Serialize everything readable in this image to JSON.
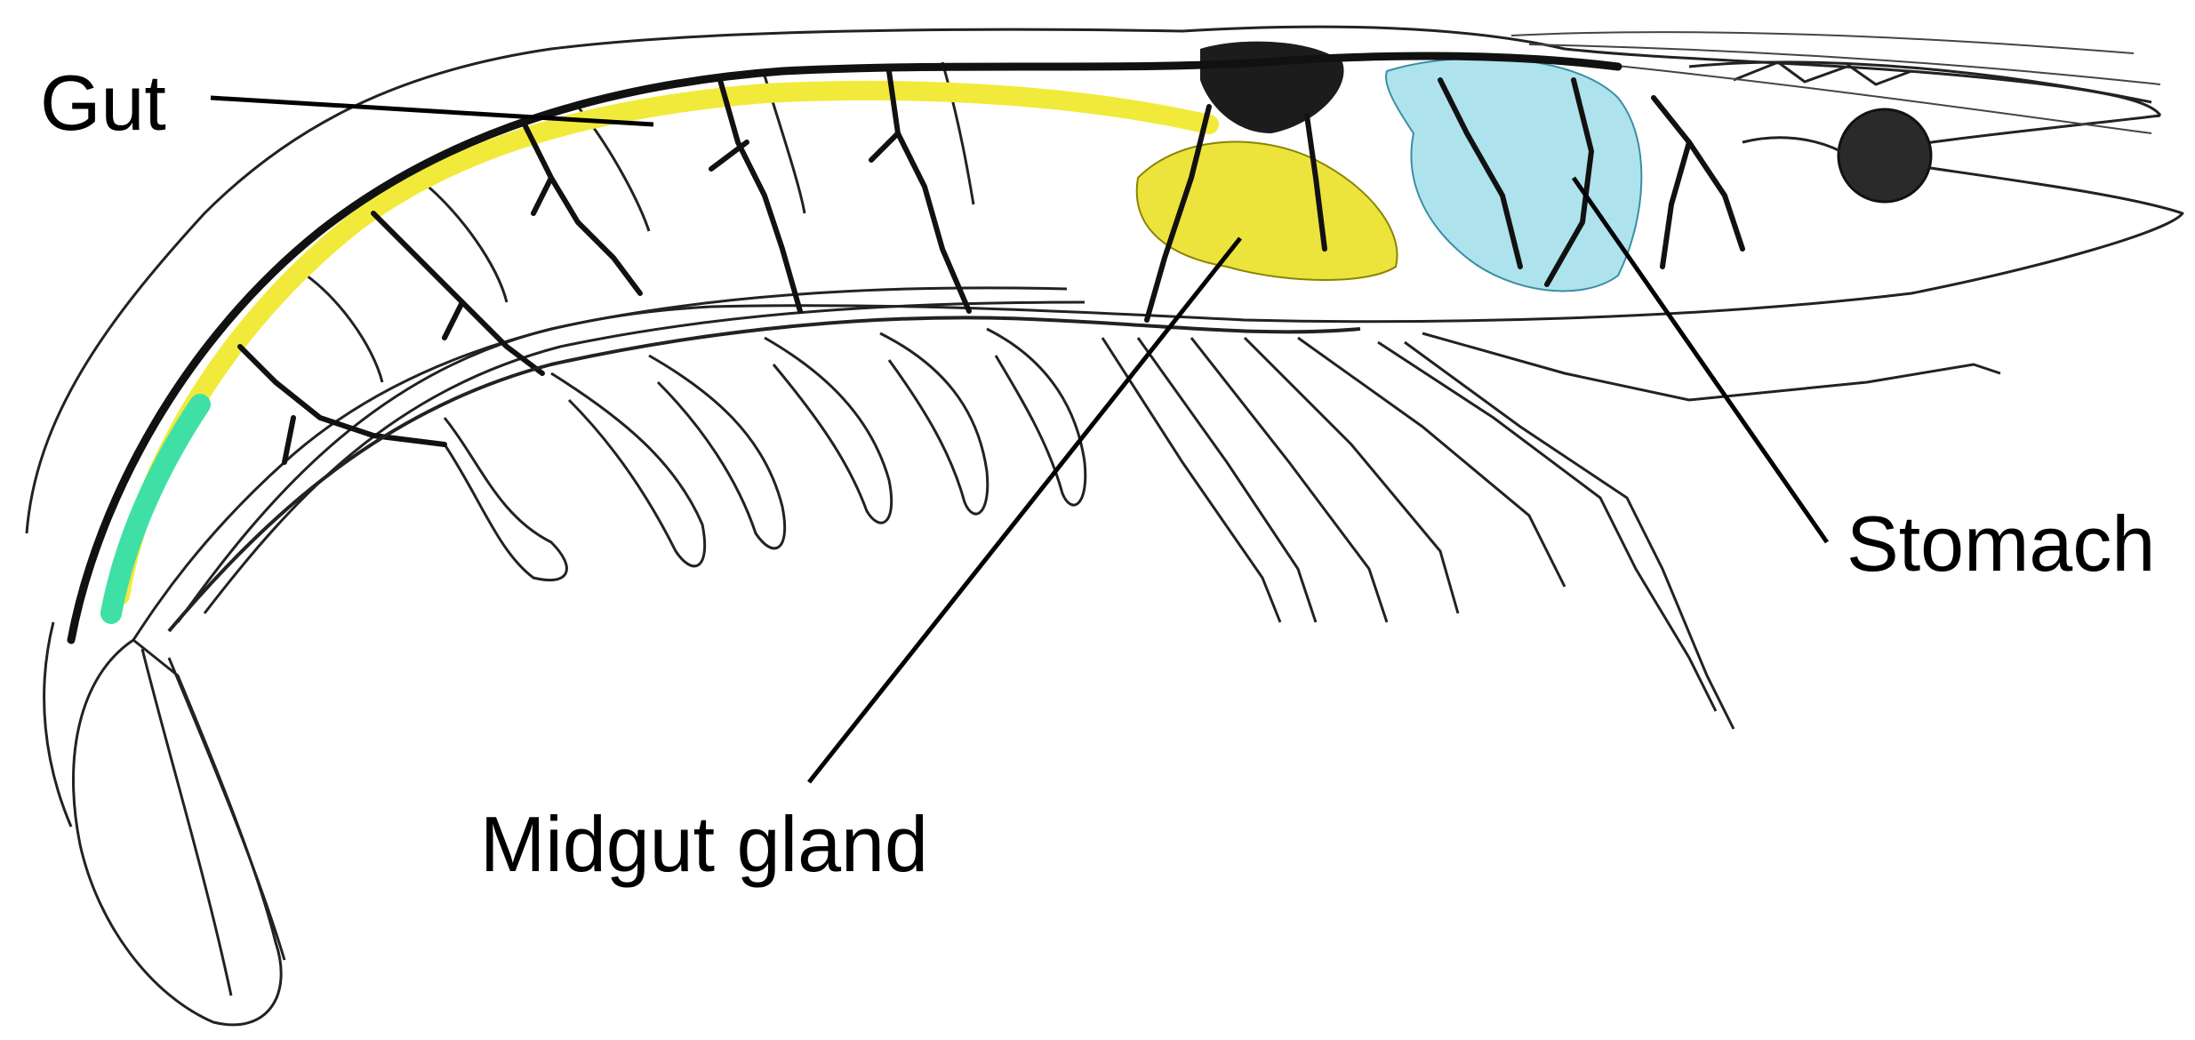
{
  "labels": {
    "gut": "Gut",
    "midgut_gland": "Midgut gland",
    "stomach": "Stomach"
  },
  "colors": {
    "gut": "#f2ea3a",
    "midgut_gland": "#ece33c",
    "stomach": "#aee3ee",
    "hindgut": "#3fe0a6",
    "nerve": "#111111",
    "outline": "#222222",
    "eye": "#2a2a2a"
  }
}
